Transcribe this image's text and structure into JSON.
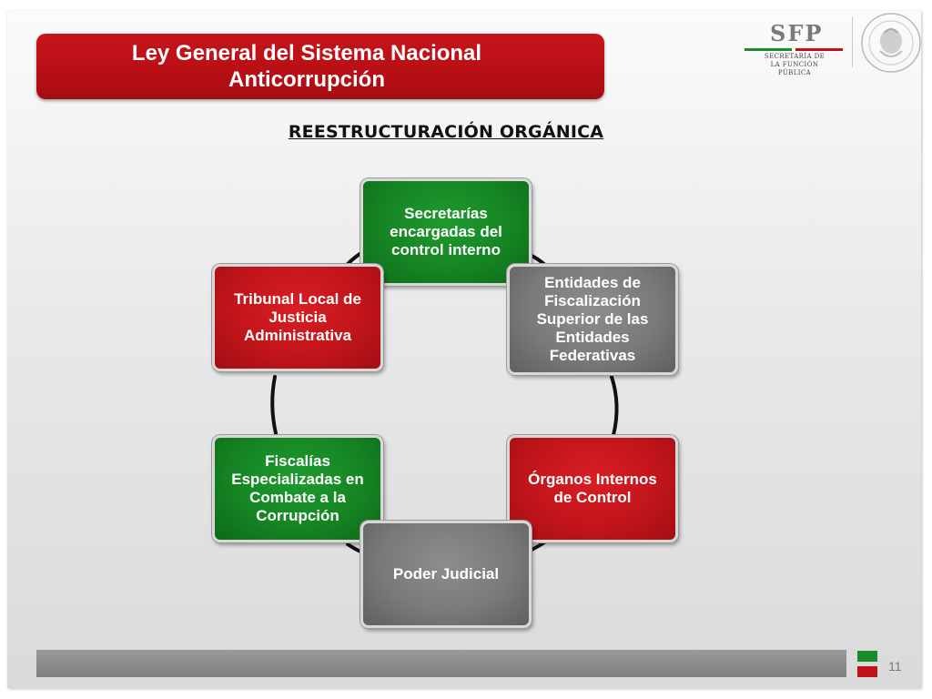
{
  "header": {
    "title": "Ley General del Sistema Nacional Anticorrupción",
    "subtitle": "REESTRUCTURACIÓN ORGÁNICA"
  },
  "logo": {
    "letters": "SFP",
    "line1": "SECRETARÍA DE",
    "line2": "LA FUNCIÓN PÚBLICA"
  },
  "diagram": {
    "type": "cycle",
    "nodes": [
      {
        "id": "secretarias",
        "label": "Secretarías encargadas del control interno",
        "color": "green"
      },
      {
        "id": "entidades",
        "label": "Entidades de Fiscalización Superior de las Entidades Federativas",
        "color": "gray"
      },
      {
        "id": "organos",
        "label": "Órganos Internos de Control",
        "color": "red"
      },
      {
        "id": "poder",
        "label": "Poder Judicial",
        "color": "gray"
      },
      {
        "id": "fiscalias",
        "label": "Fiscalías Especializadas en Combate a la Corrupción",
        "color": "green"
      },
      {
        "id": "tribunal",
        "label": "Tribunal Local de Justicia Administrativa",
        "color": "red"
      }
    ]
  },
  "footer": {
    "page_number": "11"
  },
  "colors": {
    "green": "#158523",
    "red": "#c2151b",
    "gray": "#7a7a7a"
  }
}
